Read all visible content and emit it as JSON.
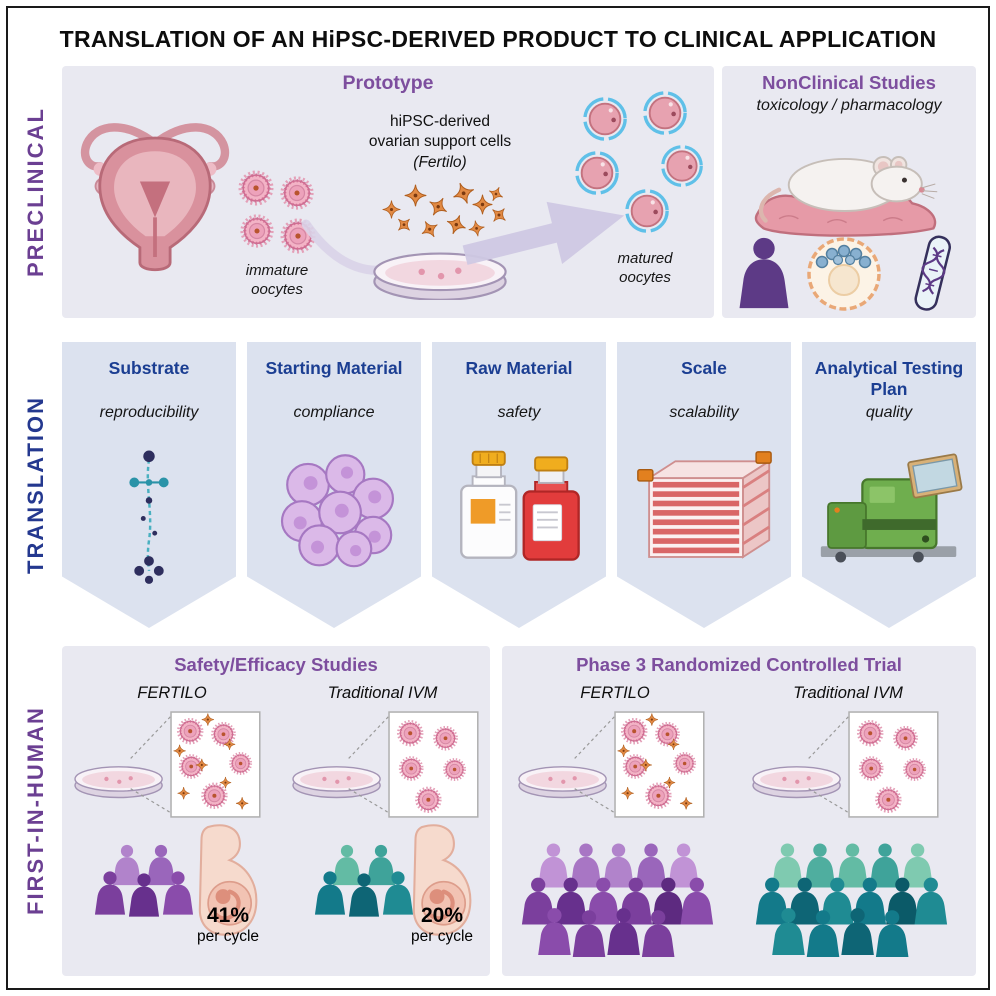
{
  "title": "TRANSLATION OF AN HiPSC-DERIVED PRODUCT TO CLINICAL APPLICATION",
  "palette": {
    "row_label_purple": "#6b3f92",
    "row_label_blue": "#24388f",
    "panel_heading_purple": "#7d4e9e",
    "step_heading_blue": "#1b3e92",
    "panel_bg_light": "#e9e9f1",
    "panel_bg_blue": "#dce2ef",
    "fertilo_people_purple": "#7b3f9d",
    "ivm_people_teal": "#137a8a",
    "oocyte_pink": "#f3b3c6",
    "zona_blue": "#5fc0e8",
    "support_cell_orange": "#e28a44",
    "media_red": "#e23c3c",
    "machine_green": "#6fae4e"
  },
  "icons": [
    "uterus-icon",
    "immature-oocyte-icon",
    "petri-dish-icon",
    "support-cell-icon",
    "matured-oocyte-icon",
    "process-arrow-icon",
    "mouse-icon",
    "woman-icon",
    "blastocyst-icon",
    "test-tube-icon",
    "bead-chain-icon",
    "cell-cluster-icon",
    "media-bottles-icon",
    "cell-factory-stack-icon",
    "analyzer-machine-icon",
    "person-icon",
    "pregnant-belly-icon",
    "magnified-view-frame"
  ],
  "preclinical": {
    "label": "PRECLINICAL",
    "prototype_heading": "Prototype",
    "product_line1": "hiPSC-derived",
    "product_line2": "ovarian support cells",
    "product_line3": "(Fertilo)",
    "immature_label": "immature\noocytes",
    "matured_label": "matured\noocytes",
    "nonclinical_heading": "NonClinical Studies",
    "nonclinical_subheading": "toxicology / pharmacology"
  },
  "translation": {
    "label": "TRANSLATION",
    "steps": [
      {
        "title": "Substrate",
        "subtitle": "reproducibility"
      },
      {
        "title": "Starting Material",
        "subtitle": "compliance"
      },
      {
        "title": "Raw Material",
        "subtitle": "safety"
      },
      {
        "title": "Scale",
        "subtitle": "scalability"
      },
      {
        "title": "Analytical Testing Plan",
        "subtitle": "quality"
      }
    ]
  },
  "first_in_human": {
    "label": "FIRST-IN-HUMAN",
    "safety": {
      "heading": "Safety/Efficacy Studies",
      "fertilo_label": "FERTILO",
      "ivm_label": "Traditional IVM",
      "fertilo_rate": "41%",
      "fertilo_rate_caption": "per cycle",
      "ivm_rate": "20%",
      "ivm_rate_caption": "per cycle"
    },
    "phase3": {
      "heading": "Phase 3 Randomized Controlled Trial",
      "fertilo_label": "FERTILO",
      "ivm_label": "Traditional IVM"
    }
  }
}
